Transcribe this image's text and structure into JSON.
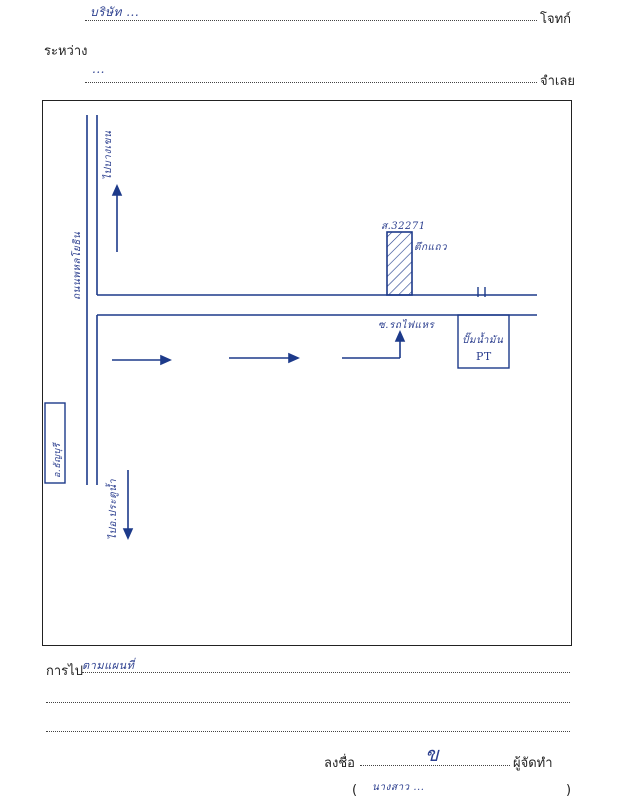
{
  "header": {
    "company_handwritten": "บริษัท ...",
    "plaintiff_label": "โจทก์",
    "between_label": "ระหว่าง",
    "defendants_handwritten": "...",
    "defendant_label": "จำเลย"
  },
  "map": {
    "road_vertical_label": "ถนนพหลโยธิน",
    "to_north_label": "ไปบางเขน",
    "to_south_label": "ไปอ.ประตูน้ำ",
    "side_box_label": "อ.ธัญบุรี",
    "lot_number_label": "ส.32271",
    "shop_label": "ตึกแถว",
    "junction_label": "ซ.รถไฟแหร",
    "gas_station_label": "ปั๊มน้ำมัน",
    "gas_station_code": "PT"
  },
  "footer": {
    "travel_label": "การไป",
    "travel_handwritten": "ตามแผนที่",
    "sign_label": "ลงชื่อ",
    "signature_mark": "ข",
    "organizer_label": "ผู้จัดทำ",
    "printed_name_open": "(",
    "printed_name_handwritten": "นางสาว ...",
    "printed_name_close": ")"
  }
}
